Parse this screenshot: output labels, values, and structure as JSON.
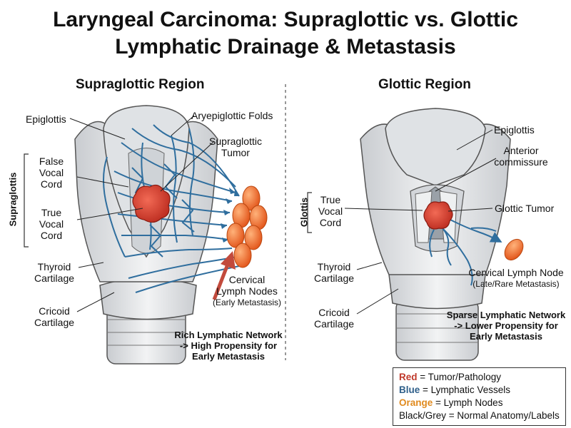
{
  "title_line1": "Laryngeal Carcinoma: Supraglottic vs. Glottic",
  "title_line2": "Lymphatic Drainage & Metastasis",
  "left": {
    "heading": "Supraglottic Region",
    "side_label": "Supraglottis",
    "labels": {
      "epiglottis": "Epiglottis",
      "aryepiglottic": "Aryepiglottic Folds",
      "tumor_l1": "Supraglottic",
      "tumor_l2": "Tumor",
      "false_vc_l1": "False",
      "false_vc_l2": "Vocal",
      "false_vc_l3": "Cord",
      "true_vc_l1": "True",
      "true_vc_l2": "Vocal",
      "true_vc_l3": "Cord",
      "thyroid_l1": "Thyroid",
      "thyroid_l2": "Cartilage",
      "cricoid_l1": "Cricoid",
      "cricoid_l2": "Cartilage",
      "nodes_l1": "Cervical",
      "nodes_l2": "Lymph Nodes",
      "nodes_l3": "(Early Metastasis)"
    },
    "note_l1": "Rich Lymphatic Network",
    "note_l2": "-> High Propensity for",
    "note_l3": "Early Metastasis"
  },
  "right": {
    "heading": "Glottic Region",
    "side_label": "Glottis",
    "labels": {
      "epiglottis": "Epiglottis",
      "anterior_l1": "Anterior",
      "anterior_l2": "commissure",
      "tumor": "Glottic Tumor",
      "true_vc_l1": "True",
      "true_vc_l2": "Vocal",
      "true_vc_l3": "Cord",
      "thyroid_l1": "Thyroid",
      "thyroid_l2": "Cartilage",
      "cricoid_l1": "Cricoid",
      "cricoid_l2": "Cartilage",
      "node_l1": "Cervical Lymph Node",
      "node_l2": "(Late/Rare Metastasis)"
    },
    "note_l1": "Sparse Lymphatic Network",
    "note_l2": "-> Lower Propensity for",
    "note_l3": "Early Metastasis"
  },
  "legend": [
    {
      "key": "Red",
      "text": " = Tumor/Pathology",
      "color": "#c0392b"
    },
    {
      "key": "Blue",
      "text": " = Lymphatic Vessels",
      "color": "#2f5f8a"
    },
    {
      "key": "Orange",
      "text": " = Lymph Nodes",
      "color": "#e08a1e"
    },
    {
      "key": "Black/Grey",
      "text": " = Normal Anatomy/Labels",
      "color": "#111111"
    }
  ],
  "colors": {
    "tumor": "#d9412f",
    "lymph_vessel": "#3a7fb0",
    "lymph_node": "#f07a2a",
    "anatomy": "#e6e8ea"
  }
}
